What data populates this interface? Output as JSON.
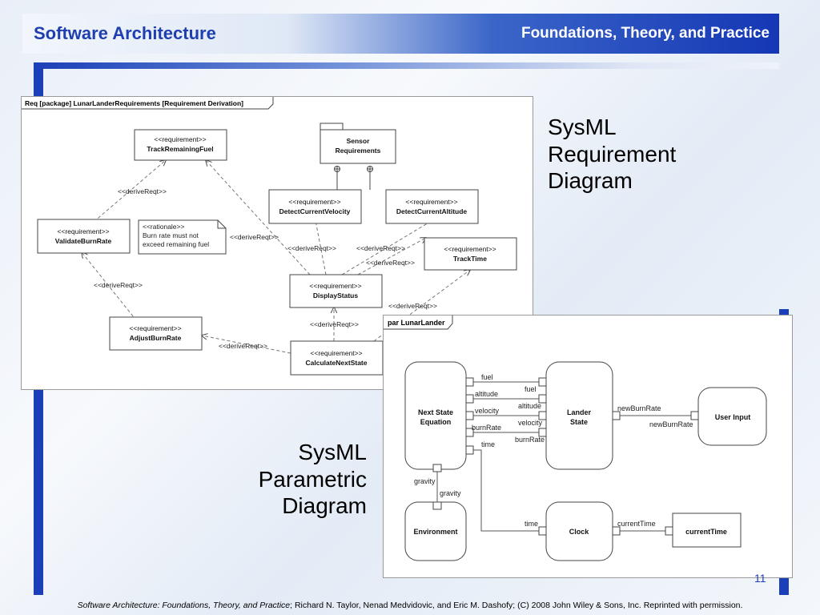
{
  "header": {
    "title": "Software Architecture",
    "subtitle": "Foundations, Theory, and Practice"
  },
  "captions": {
    "requirement": [
      "SysML",
      "Requirement",
      "Diagram"
    ],
    "parametric": [
      "SysML",
      "Parametric",
      "Diagram"
    ]
  },
  "footer": {
    "book": "Software Architecture: Foundations, Theory, and Practice",
    "rest": "; Richard N. Taylor, Nenad Medvidovic, and Eric M. Dashofy; (C) 2008 John Wiley & Sons, Inc. Reprinted with permission."
  },
  "page_number": "11",
  "colors": {
    "accent": "#1a3fb8",
    "banner_text": "#1f3fb0"
  },
  "requirement_diagram": {
    "frame_label": "Req [package] LunarLanderRequirements [Requirement Derivation]",
    "stereotype": "<<requirement>>",
    "boxes": {
      "track_remaining_fuel": "TrackRemainingFuel",
      "sensor_requirements": [
        "Sensor",
        "Requirements"
      ],
      "detect_current_velocity": "DetectCurrentVelocity",
      "detect_current_altitude": "DetectCurrentAltitude",
      "validate_burn_rate": "ValidateBurnRate",
      "track_time": "TrackTime",
      "display_status": "DisplayStatus",
      "adjust_burn_rate": "AdjustBurnRate",
      "calculate_next_state": "CalculateNextState"
    },
    "rationale": [
      "<<rationale>>",
      "Burn rate must not",
      "exceed remaining fuel"
    ],
    "derive_label": "<<deriveReqt>>"
  },
  "parametric_diagram": {
    "frame_label": "par LunarLander",
    "blocks": {
      "next_state_equation": [
        "Next State",
        "Equation"
      ],
      "lander_state": [
        "Lander",
        "State"
      ],
      "user_input": "User Input",
      "environment": "Environment",
      "clock": "Clock",
      "current_time": "currentTime"
    },
    "ports": {
      "fuel": "fuel",
      "altitude": "altitude",
      "velocity": "velocity",
      "burn_rate": "burnRate",
      "time": "time",
      "gravity": "gravity",
      "new_burn_rate": "newBurnRate",
      "current_time_port": "currentTime"
    }
  }
}
